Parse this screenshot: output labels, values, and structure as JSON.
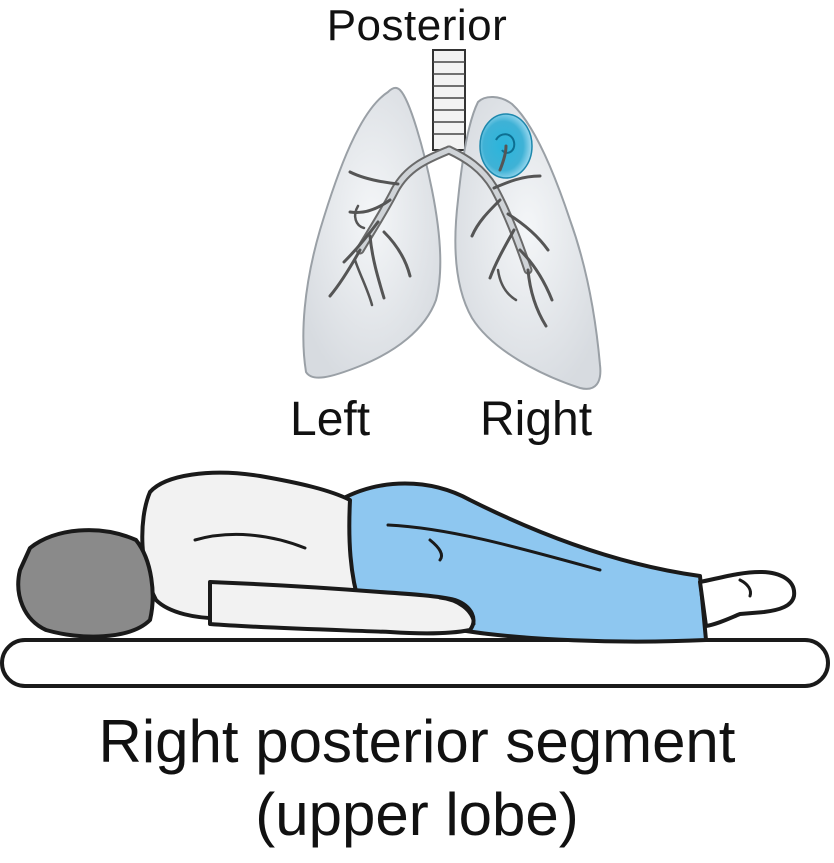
{
  "orientation_label": "Posterior",
  "lung_labels": {
    "left": "Left",
    "right": "Right"
  },
  "caption": {
    "line1": "Right posterior segment",
    "line2": "(upper lobe)"
  },
  "colors": {
    "highlight": "#2aa6cf",
    "body_blue": "#8ec7f0",
    "head_gray": "#8a8a8a",
    "lung_fill": "#e9ecef",
    "outline": "#1a1a1a"
  },
  "highlighted_segment": "right-posterior-segment-upper-lobe"
}
